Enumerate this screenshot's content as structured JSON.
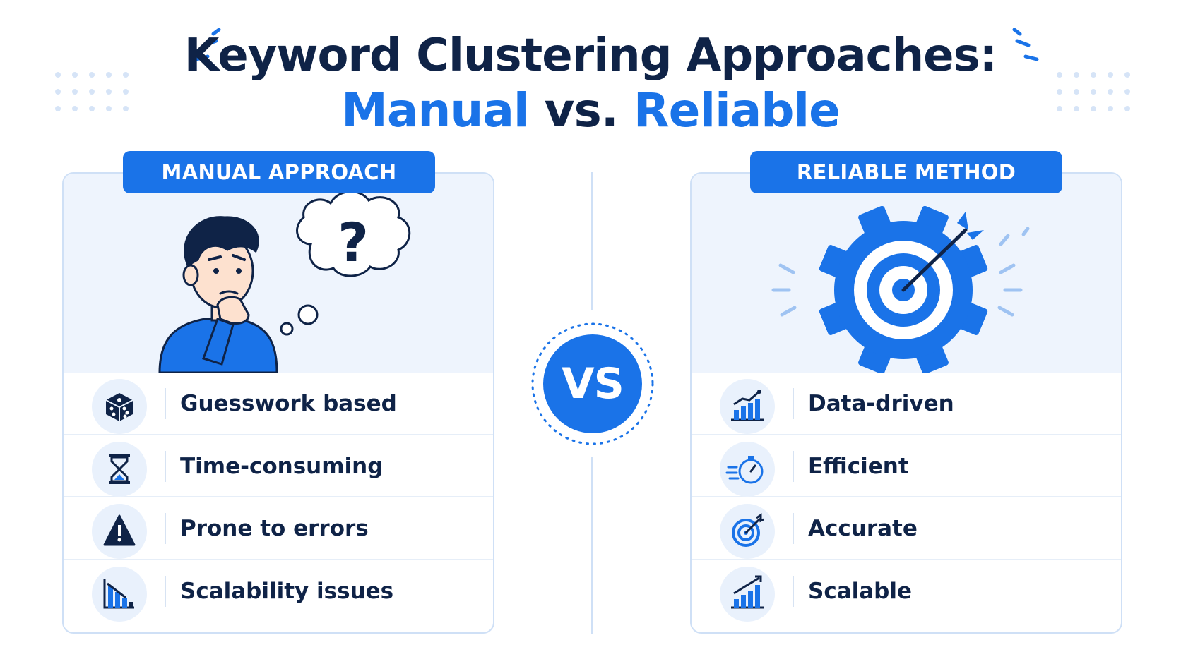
{
  "title": {
    "line1": "Keyword Clustering Approaches:",
    "line2_part1": "Manual",
    "line2_part2": "vs.",
    "line2_part3": "Reliable"
  },
  "vs_label": "VS",
  "manual": {
    "badge": "MANUAL APPROACH",
    "illustration": "thinking-person-with-question-cloud",
    "items": [
      {
        "icon": "dice-icon",
        "label": "Guesswork based"
      },
      {
        "icon": "hourglass-icon",
        "label": "Time-consuming"
      },
      {
        "icon": "warning-icon",
        "label": "Prone to errors"
      },
      {
        "icon": "declining-chart-icon",
        "label": "Scalability issues"
      }
    ]
  },
  "reliable": {
    "badge": "RELIABLE METHOD",
    "illustration": "gear-target-with-arrow",
    "items": [
      {
        "icon": "rising-chart-icon",
        "label": "Data-driven"
      },
      {
        "icon": "stopwatch-icon",
        "label": "Efficient"
      },
      {
        "icon": "target-icon",
        "label": "Accurate"
      },
      {
        "icon": "growth-chart-icon",
        "label": "Scalable"
      }
    ]
  },
  "colors": {
    "primary_blue": "#1a73e8",
    "navy_text": "#0f2347",
    "panel_tint": "#eef4fd",
    "border": "#cfe0f6"
  }
}
